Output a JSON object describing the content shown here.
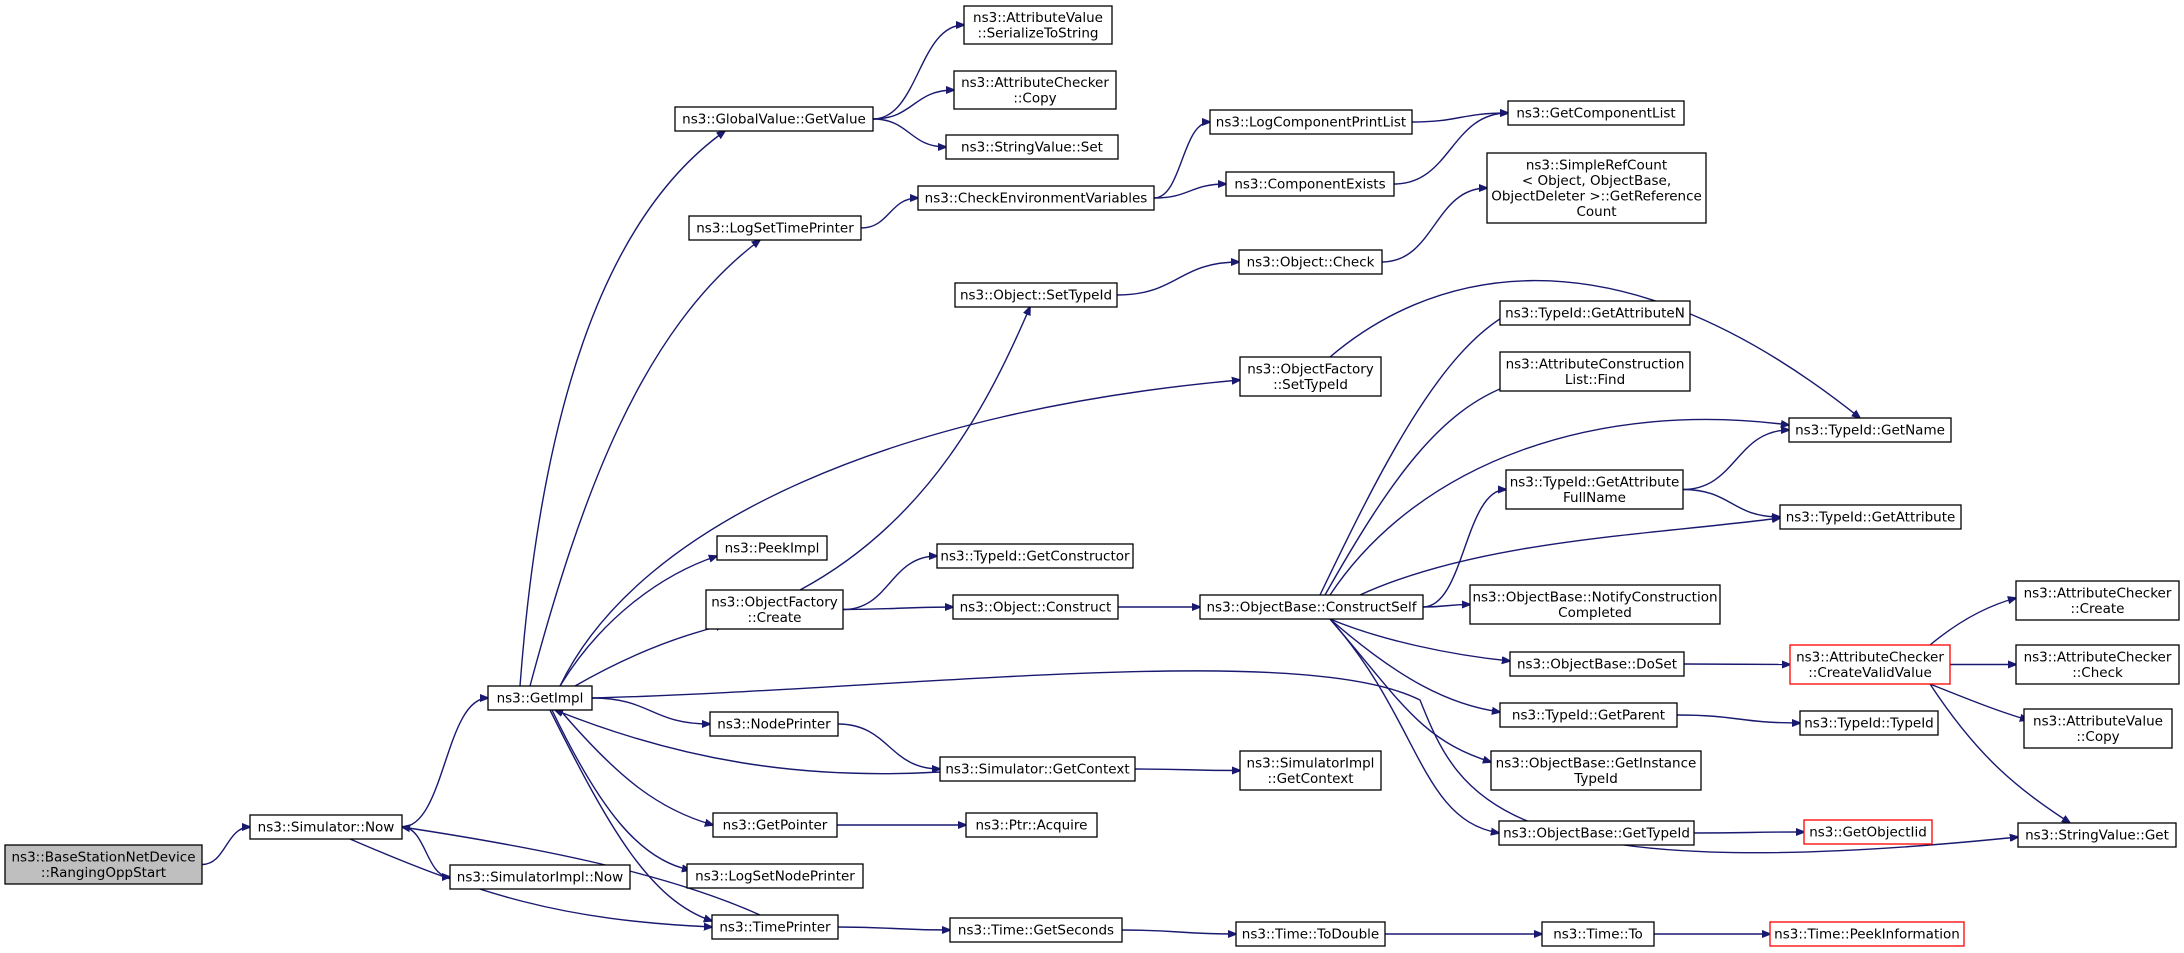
{
  "nodes": {
    "root": {
      "lines": [
        "ns3::BaseStationNetDevice",
        "::RangingOppStart"
      ]
    },
    "sim_now": {
      "lines": [
        "ns3::Simulator::Now"
      ]
    },
    "simimpl_now": {
      "lines": [
        "ns3::SimulatorImpl::Now"
      ]
    },
    "getimpl": {
      "lines": [
        "ns3::GetImpl"
      ]
    },
    "gv_getvalue": {
      "lines": [
        "ns3::GlobalValue::GetValue"
      ]
    },
    "av_serialize": {
      "lines": [
        "ns3::AttributeValue",
        "::SerializeToString"
      ]
    },
    "ac_copy": {
      "lines": [
        "ns3::AttributeChecker",
        "::Copy"
      ]
    },
    "sv_set": {
      "lines": [
        "ns3::StringValue::Set"
      ]
    },
    "log_set_time_printer": {
      "lines": [
        "ns3::LogSetTimePrinter"
      ]
    },
    "check_env": {
      "lines": [
        "ns3::CheckEnvironmentVariables"
      ]
    },
    "log_comp_printlist": {
      "lines": [
        "ns3::LogComponentPrintList"
      ]
    },
    "get_comp_list": {
      "lines": [
        "ns3::GetComponentList"
      ]
    },
    "comp_exists": {
      "lines": [
        "ns3::ComponentExists"
      ]
    },
    "simple_refcount": {
      "lines": [
        "ns3::SimpleRefCount",
        "< Object, ObjectBase,",
        " ObjectDeleter >::GetReference",
        "Count"
      ]
    },
    "object_check": {
      "lines": [
        "ns3::Object::Check"
      ]
    },
    "object_settypeid": {
      "lines": [
        "ns3::Object::SetTypeId"
      ]
    },
    "of_settypeid": {
      "lines": [
        "ns3::ObjectFactory",
        "::SetTypeId"
      ]
    },
    "tid_getattrn": {
      "lines": [
        "ns3::TypeId::GetAttributeN"
      ]
    },
    "attr_constr_find": {
      "lines": [
        "ns3::AttributeConstruction",
        "List::Find"
      ]
    },
    "tid_getname": {
      "lines": [
        "ns3::TypeId::GetName"
      ]
    },
    "tid_getattrfullname": {
      "lines": [
        "ns3::TypeId::GetAttribute",
        "FullName"
      ]
    },
    "tid_getattr": {
      "lines": [
        "ns3::TypeId::GetAttribute"
      ]
    },
    "peekimpl": {
      "lines": [
        "ns3::PeekImpl"
      ]
    },
    "tid_getconstructor": {
      "lines": [
        "ns3::TypeId::GetConstructor"
      ]
    },
    "of_create": {
      "lines": [
        "ns3::ObjectFactory",
        "::Create"
      ]
    },
    "object_construct": {
      "lines": [
        "ns3::Object::Construct"
      ]
    },
    "ob_constructself": {
      "lines": [
        "ns3::ObjectBase::ConstructSelf"
      ]
    },
    "ob_notify": {
      "lines": [
        "ns3::ObjectBase::NotifyConstruction",
        "Completed"
      ]
    },
    "ac_create": {
      "lines": [
        "ns3::AttributeChecker",
        "::Create"
      ]
    },
    "ob_doset": {
      "lines": [
        "ns3::ObjectBase::DoSet"
      ]
    },
    "ac_createvalid": {
      "lines": [
        "ns3::AttributeChecker",
        "::CreateValidValue"
      ]
    },
    "ac_check": {
      "lines": [
        "ns3::AttributeChecker",
        "::Check"
      ]
    },
    "nodeprinter": {
      "lines": [
        "ns3::NodePrinter"
      ]
    },
    "tid_getparent": {
      "lines": [
        "ns3::TypeId::GetParent"
      ]
    },
    "tid_typeid": {
      "lines": [
        "ns3::TypeId::TypeId"
      ]
    },
    "av_copy": {
      "lines": [
        "ns3::AttributeValue",
        "::Copy"
      ]
    },
    "sim_getcontext": {
      "lines": [
        "ns3::Simulator::GetContext"
      ]
    },
    "simimpl_getcontext": {
      "lines": [
        "ns3::SimulatorImpl",
        "::GetContext"
      ]
    },
    "ob_getinstance": {
      "lines": [
        "ns3::ObjectBase::GetInstance",
        "TypeId"
      ]
    },
    "getpointer": {
      "lines": [
        "ns3::GetPointer"
      ]
    },
    "ptr_acquire": {
      "lines": [
        "ns3::Ptr::Acquire"
      ]
    },
    "ob_gettypeid": {
      "lines": [
        "ns3::ObjectBase::GetTypeId"
      ]
    },
    "getobjectiid": {
      "lines": [
        "ns3::GetObjectIid"
      ]
    },
    "sv_get": {
      "lines": [
        "ns3::StringValue::Get"
      ]
    },
    "log_set_node_printer": {
      "lines": [
        "ns3::LogSetNodePrinter"
      ]
    },
    "timeprinter": {
      "lines": [
        "ns3::TimePrinter"
      ]
    },
    "time_getseconds": {
      "lines": [
        "ns3::Time::GetSeconds"
      ]
    },
    "time_todouble": {
      "lines": [
        "ns3::Time::ToDouble"
      ]
    },
    "time_to": {
      "lines": [
        "ns3::Time::To"
      ]
    },
    "time_peekinfo": {
      "lines": [
        "ns3::Time::PeekInformation"
      ]
    }
  },
  "edges": [
    [
      "root",
      "sim_now"
    ],
    [
      "sim_now",
      "getimpl"
    ],
    [
      "sim_now",
      "simimpl_now"
    ],
    [
      "getimpl",
      "gv_getvalue"
    ],
    [
      "gv_getvalue",
      "av_serialize"
    ],
    [
      "gv_getvalue",
      "ac_copy"
    ],
    [
      "gv_getvalue",
      "sv_set"
    ],
    [
      "getimpl",
      "log_set_time_printer"
    ],
    [
      "log_set_time_printer",
      "check_env"
    ],
    [
      "check_env",
      "log_comp_printlist"
    ],
    [
      "check_env",
      "comp_exists"
    ],
    [
      "log_comp_printlist",
      "get_comp_list"
    ],
    [
      "comp_exists",
      "get_comp_list"
    ],
    [
      "getimpl",
      "of_settypeid"
    ],
    [
      "of_settypeid",
      "tid_getname"
    ],
    [
      "getimpl",
      "peekimpl"
    ],
    [
      "getimpl",
      "of_create"
    ],
    [
      "of_create",
      "object_settypeid"
    ],
    [
      "object_settypeid",
      "object_check"
    ],
    [
      "object_check",
      "simple_refcount"
    ],
    [
      "of_create",
      "tid_getconstructor"
    ],
    [
      "of_create",
      "object_construct"
    ],
    [
      "object_construct",
      "ob_constructself"
    ],
    [
      "ob_constructself",
      "tid_getattrn"
    ],
    [
      "ob_constructself",
      "attr_constr_find"
    ],
    [
      "ob_constructself",
      "tid_getname"
    ],
    [
      "ob_constructself",
      "tid_getattrfullname"
    ],
    [
      "tid_getattrfullname",
      "tid_getname"
    ],
    [
      "tid_getattrfullname",
      "tid_getattr"
    ],
    [
      "ob_constructself",
      "tid_getattr"
    ],
    [
      "ob_constructself",
      "ob_notify"
    ],
    [
      "ob_constructself",
      "ob_doset"
    ],
    [
      "ob_doset",
      "ac_createvalid"
    ],
    [
      "ac_createvalid",
      "ac_create"
    ],
    [
      "ac_createvalid",
      "ac_check"
    ],
    [
      "ac_createvalid",
      "av_copy"
    ],
    [
      "ac_createvalid",
      "sv_get"
    ],
    [
      "ob_constructself",
      "tid_getparent"
    ],
    [
      "tid_getparent",
      "tid_typeid"
    ],
    [
      "ob_constructself",
      "ob_getinstance"
    ],
    [
      "ob_constructself",
      "ob_gettypeid"
    ],
    [
      "ob_gettypeid",
      "getobjectiid"
    ],
    [
      "getimpl",
      "sv_get"
    ],
    [
      "getimpl",
      "nodeprinter"
    ],
    [
      "nodeprinter",
      "sim_getcontext"
    ],
    [
      "sim_getcontext",
      "getimpl"
    ],
    [
      "sim_getcontext",
      "simimpl_getcontext"
    ],
    [
      "getimpl",
      "getpointer"
    ],
    [
      "getpointer",
      "ptr_acquire"
    ],
    [
      "getimpl",
      "log_set_node_printer"
    ],
    [
      "getimpl",
      "timeprinter"
    ],
    [
      "sim_now",
      "timeprinter"
    ],
    [
      "timeprinter",
      "sim_now"
    ],
    [
      "timeprinter",
      "time_getseconds"
    ],
    [
      "time_getseconds",
      "time_todouble"
    ],
    [
      "time_todouble",
      "time_to"
    ],
    [
      "time_to",
      "time_peekinfo"
    ]
  ]
}
